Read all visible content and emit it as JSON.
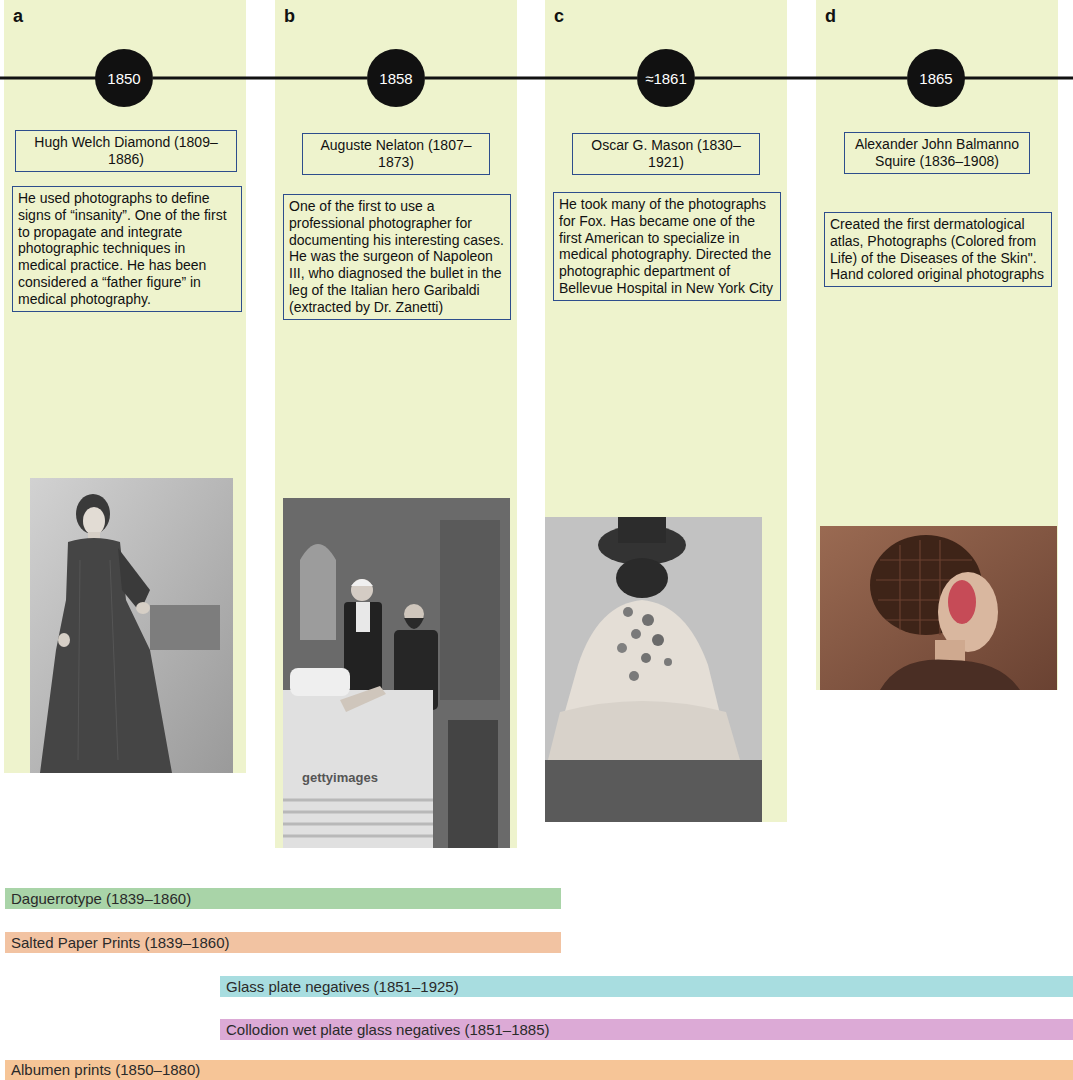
{
  "diagram": {
    "nodes": [
      {
        "text": [
          "a"
        ]
      },
      {
        "text": [
          "1850"
        ],
        "in": 0
      },
      {
        "text": [
          "Hugh Welch Diamond (1809–1886)"
        ],
        "in": 0
      },
      {
        "text": [
          "He used photographs to define signs of “insanity”. One of the first to propagate and integrate photographic techniques in medical practice. He has been considered a “father figure” in medical photography."
        ],
        "in": 0
      },
      {
        "text": [
          "b"
        ]
      },
      {
        "text": [
          "1858"
        ],
        "in": 4
      },
      {
        "text": [
          "Auguste Nelaton (1807–1873)"
        ],
        "in": 4
      },
      {
        "text": [
          "One of the first to use a professional photographer for documenting his interesting cases. He was the surgeon of Napoleon III, who diagnosed the bullet in the leg of the Italian hero Garibaldi (extracted by Dr. Zanetti)"
        ],
        "in": 4
      },
      {
        "text": [
          "c"
        ]
      },
      {
        "text": [
          "≈1861"
        ],
        "in": 8
      },
      {
        "text": [
          "Oscar G. Mason (1830–1921)"
        ],
        "in": 8
      },
      {
        "text": [
          "He took many of the photographs for Fox. Has became one of the first American to specialize in medical photography. Directed the photographic department of Bellevue Hospital in New York City"
        ],
        "in": 8
      },
      {
        "text": [
          "d"
        ]
      },
      {
        "text": [
          "1865"
        ],
        "in": 12
      },
      {
        "text": [
          "Alexander John Balmanno Squire (1836–1908)"
        ],
        "in": 12
      },
      {
        "text": [
          "Created the first dermatological atlas, Photographs (Colored from Life) of the Diseases of the Skin\". Hand colored original photographs"
        ],
        "in": 12
      },
      {
        "text": [
          "Daguerrotype (1839–1860)"
        ]
      },
      {
        "text": [
          "Salted Paper Prints (1839–1860)"
        ]
      },
      {
        "text": [
          "Glass plate negatives (1851–1925)"
        ]
      },
      {
        "text": [
          "Collodion wet plate glass negatives (1851–1885)"
        ]
      },
      {
        "text": [
          "Albumen prints (1850–1880)"
        ]
      }
    ],
    "edges": [
      {
        "from": 1,
        "to": 5,
        "arrow": "none"
      },
      {
        "from": 5,
        "to": 9,
        "arrow": "none"
      },
      {
        "from": 9,
        "to": 13,
        "arrow": "none"
      }
    ],
    "labels": [
      "gettyimages"
    ]
  }
}
